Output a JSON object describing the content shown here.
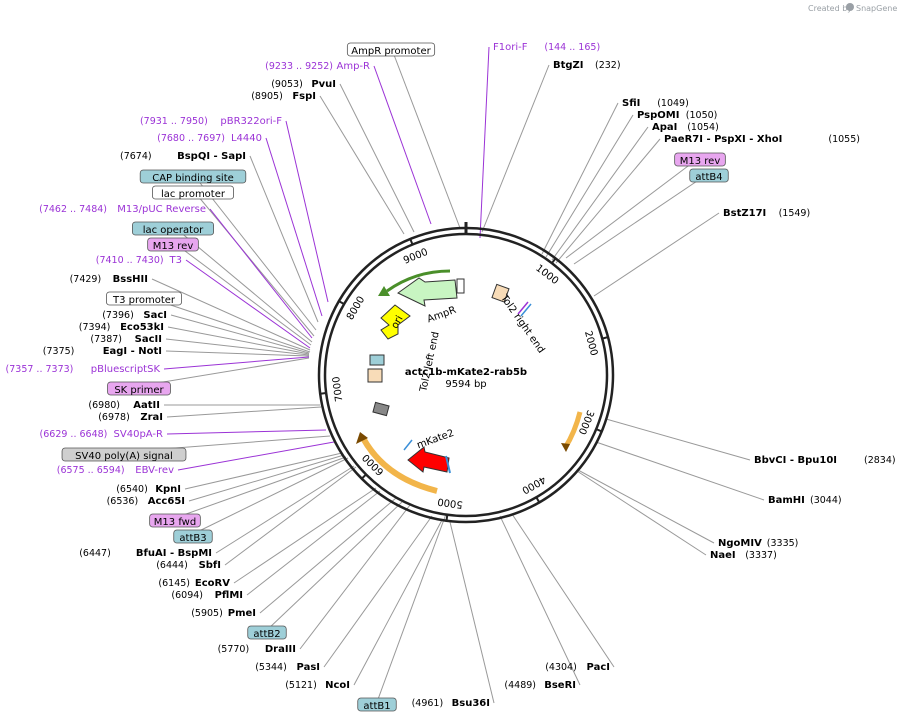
{
  "credit": {
    "created_by": "Created by",
    "brand": "SnapGene"
  },
  "plasmid": {
    "name": "actc1b-mKate2-rab5b",
    "length": "9594 bp",
    "total_bp": 9594
  },
  "ticks": [
    "1000",
    "2000",
    "3000",
    "4000",
    "5000",
    "6000",
    "7000",
    "8000",
    "9000"
  ],
  "colors": {
    "purple": "#9b33d6",
    "outline": "#222222",
    "boxed_default": "#ffffff",
    "blue_box": "#9ecfd8",
    "pink_box": "#e8a6ef",
    "gray_box": "#cfcfcf",
    "orange": "#f2b54a",
    "red": "#ff0000",
    "green": "#4a8f2a",
    "yellow": "#ffff00",
    "light_green": "#c8f5c2"
  },
  "map_features": [
    {
      "name": "AmpR",
      "label": "AmpR",
      "type": "arrow-left",
      "color": "#c8f5c2"
    },
    {
      "name": "ori",
      "label": "ori",
      "type": "arrow-down",
      "color": "#ffff00"
    },
    {
      "name": "mKate2",
      "label": "mKate2",
      "type": "arrow-left",
      "color": "#ff0000"
    },
    {
      "name": "tol2-left-end",
      "label": "Tol2 left end",
      "type": "box",
      "color": "#f8dcb8"
    },
    {
      "name": "tol2-right-end",
      "label": "Tol2 right end",
      "type": "box",
      "color": "#f8dcb8"
    }
  ],
  "labels": [
    {
      "id": "ampr-promoter",
      "kind": "boxed",
      "text": "AmpR promoter",
      "fill": "#ffffff"
    },
    {
      "id": "f1ori-f",
      "kind": "primer",
      "text": "F1ori-F",
      "pos": "(144 .. 165)"
    },
    {
      "id": "btgzi",
      "kind": "enzyme",
      "text": "BtgZI",
      "pos": "(232)"
    },
    {
      "id": "amp-r",
      "kind": "primer",
      "text": "Amp-R",
      "pos": "(9233 .. 9252)"
    },
    {
      "id": "pvui",
      "kind": "enzyme",
      "text": "PvuI",
      "pos": "(9053)"
    },
    {
      "id": "fspi",
      "kind": "enzyme",
      "text": "FspI",
      "pos": "(8905)"
    },
    {
      "id": "sfii",
      "kind": "enzyme",
      "text": "SfiI",
      "pos": "(1049)"
    },
    {
      "id": "psp0mi",
      "kind": "enzyme",
      "text": "PspOMI",
      "pos": "(1050)"
    },
    {
      "id": "apai",
      "kind": "enzyme",
      "text": "ApaI",
      "pos": "(1054)"
    },
    {
      "id": "paer7i",
      "kind": "enzyme",
      "text": "PaeR7I  - PspXI  - XhoI",
      "pos": "(1055)"
    },
    {
      "id": "m13-rev-right",
      "kind": "boxed",
      "text": "M13 rev",
      "fill": "#e8a6ef"
    },
    {
      "id": "attb4",
      "kind": "boxed",
      "text": "attB4",
      "fill": "#9ecfd8"
    },
    {
      "id": "pbr322ori-f",
      "kind": "primer",
      "text": "pBR322ori-F",
      "pos": "(7931 .. 7950)"
    },
    {
      "id": "l4440",
      "kind": "primer",
      "text": "L4440",
      "pos": "(7680 .. 7697)"
    },
    {
      "id": "bspqi",
      "kind": "enzyme",
      "text": "BspQI  - SapI",
      "pos": "(7674)"
    },
    {
      "id": "cap-binding",
      "kind": "boxed",
      "text": "CAP binding site",
      "fill": "#9ecfd8"
    },
    {
      "id": "lac-promoter",
      "kind": "boxed",
      "text": "lac promoter",
      "fill": "#ffffff"
    },
    {
      "id": "bstz17i",
      "kind": "enzyme",
      "text": "BstZ17I",
      "pos": "(1549)"
    },
    {
      "id": "m13-puc-reverse",
      "kind": "primer",
      "text": "M13/pUC Reverse",
      "pos": "(7462 .. 7484)"
    },
    {
      "id": "lac-operator",
      "kind": "boxed",
      "text": "lac operator",
      "fill": "#9ecfd8"
    },
    {
      "id": "m13-rev-left",
      "kind": "boxed",
      "text": "M13 rev",
      "fill": "#e8a6ef"
    },
    {
      "id": "t3",
      "kind": "primer",
      "text": "T3",
      "pos": "(7410 .. 7430)"
    },
    {
      "id": "bsshii",
      "kind": "enzyme",
      "text": "BssHII",
      "pos": "(7429)"
    },
    {
      "id": "t3-promoter",
      "kind": "boxed",
      "text": "T3 promoter",
      "fill": "#ffffff"
    },
    {
      "id": "saci",
      "kind": "enzyme",
      "text": "SacI",
      "pos": "(7396)"
    },
    {
      "id": "eco53ki",
      "kind": "enzyme",
      "text": "Eco53kI",
      "pos": "(7394)"
    },
    {
      "id": "sacii",
      "kind": "enzyme",
      "text": "SacII",
      "pos": "(7387)"
    },
    {
      "id": "eagi",
      "kind": "enzyme",
      "text": "EagI  - NotI",
      "pos": "(7375)"
    },
    {
      "id": "pbluescriptsk",
      "kind": "primer",
      "text": "pBluescriptSK",
      "pos": "(7357 .. 7373)"
    },
    {
      "id": "sk-primer",
      "kind": "boxed",
      "text": "SK primer",
      "fill": "#e8a6ef"
    },
    {
      "id": "aatii",
      "kind": "enzyme",
      "text": "AatII",
      "pos": "(6980)"
    },
    {
      "id": "zrai",
      "kind": "enzyme",
      "text": "ZraI",
      "pos": "(6978)"
    },
    {
      "id": "sv40pa-r",
      "kind": "primer",
      "text": "SV40pA-R",
      "pos": "(6629 .. 6648)"
    },
    {
      "id": "sv40-polya",
      "kind": "boxed",
      "text": "SV40 poly(A) signal",
      "fill": "#cfcfcf"
    },
    {
      "id": "ebv-rev",
      "kind": "primer",
      "text": "EBV-rev",
      "pos": "(6575 .. 6594)"
    },
    {
      "id": "kpni",
      "kind": "enzyme",
      "text": "KpnI",
      "pos": "(6540)"
    },
    {
      "id": "acc65i",
      "kind": "enzyme",
      "text": "Acc65I",
      "pos": "(6536)"
    },
    {
      "id": "m13-fwd",
      "kind": "boxed",
      "text": "M13 fwd",
      "fill": "#e8a6ef"
    },
    {
      "id": "attb3",
      "kind": "boxed",
      "text": "attB3",
      "fill": "#9ecfd8"
    },
    {
      "id": "bfuai",
      "kind": "enzyme",
      "text": "BfuAI  - BspMI",
      "pos": "(6447)"
    },
    {
      "id": "sbfi",
      "kind": "enzyme",
      "text": "SbfI",
      "pos": "(6444)"
    },
    {
      "id": "ecorv",
      "kind": "enzyme",
      "text": "EcoRV",
      "pos": "(6145)"
    },
    {
      "id": "pflmi",
      "kind": "enzyme",
      "text": "PflMI",
      "pos": "(6094)"
    },
    {
      "id": "pmei",
      "kind": "enzyme",
      "text": "PmeI",
      "pos": "(5905)"
    },
    {
      "id": "attb2",
      "kind": "boxed",
      "text": "attB2",
      "fill": "#9ecfd8"
    },
    {
      "id": "draiii",
      "kind": "enzyme",
      "text": "DraIII",
      "pos": "(5770)"
    },
    {
      "id": "pasi",
      "kind": "enzyme",
      "text": "PasI",
      "pos": "(5344)"
    },
    {
      "id": "ncoi",
      "kind": "enzyme",
      "text": "NcoI",
      "pos": "(5121)"
    },
    {
      "id": "attb1",
      "kind": "boxed",
      "text": "attB1",
      "fill": "#9ecfd8"
    },
    {
      "id": "bsu36i",
      "kind": "enzyme",
      "text": "Bsu36I",
      "pos": "(4961)"
    },
    {
      "id": "bseri",
      "kind": "enzyme",
      "text": "BseRI",
      "pos": "(4489)"
    },
    {
      "id": "paci",
      "kind": "enzyme",
      "text": "PacI",
      "pos": "(4304)"
    },
    {
      "id": "bbvci",
      "kind": "enzyme",
      "text": "BbvCI  - Bpu10I",
      "pos": "(2834)"
    },
    {
      "id": "bamhi",
      "kind": "enzyme",
      "text": "BamHI",
      "pos": "(3044)"
    },
    {
      "id": "ngomiv",
      "kind": "enzyme",
      "text": "NgoMIV",
      "pos": "(3335)"
    },
    {
      "id": "naei",
      "kind": "enzyme",
      "text": "NaeI",
      "pos": "(3337)"
    }
  ]
}
